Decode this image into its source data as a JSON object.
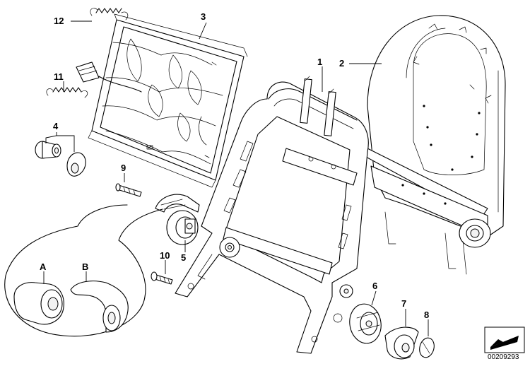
{
  "callouts": {
    "c1": "1",
    "c2": "2",
    "c3": "3",
    "c4": "4",
    "c5": "5",
    "c6": "6",
    "c7": "7",
    "c8": "8",
    "c9": "9",
    "c10": "10",
    "c11": "11",
    "c12": "12",
    "cA": "A",
    "cB": "B"
  },
  "document_number": "00209293",
  "icons": {
    "corner_symbol": "arrow-icon"
  }
}
